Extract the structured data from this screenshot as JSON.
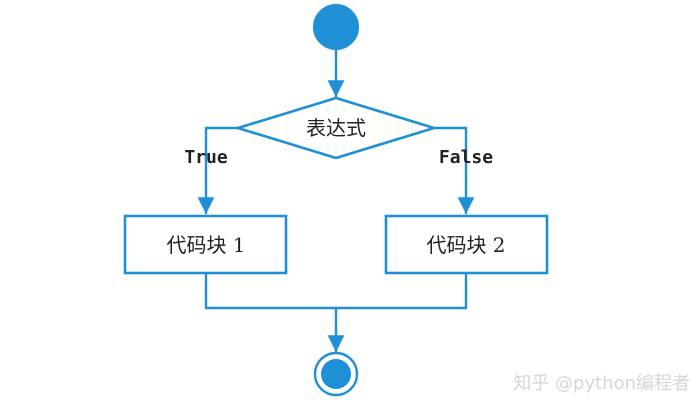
{
  "diagram": {
    "decision": {
      "label": "表达式"
    },
    "branches": {
      "true_label": "True",
      "false_label": "False"
    },
    "blocks": [
      {
        "label": "代码块 1"
      },
      {
        "label": "代码块 2"
      }
    ]
  },
  "watermark": {
    "text": "知乎 @python编程者"
  },
  "colors": {
    "stroke": "#1f8fd6",
    "fill": "#1f8fd6",
    "text": "#222222",
    "watermark": "#d5d5d5"
  }
}
